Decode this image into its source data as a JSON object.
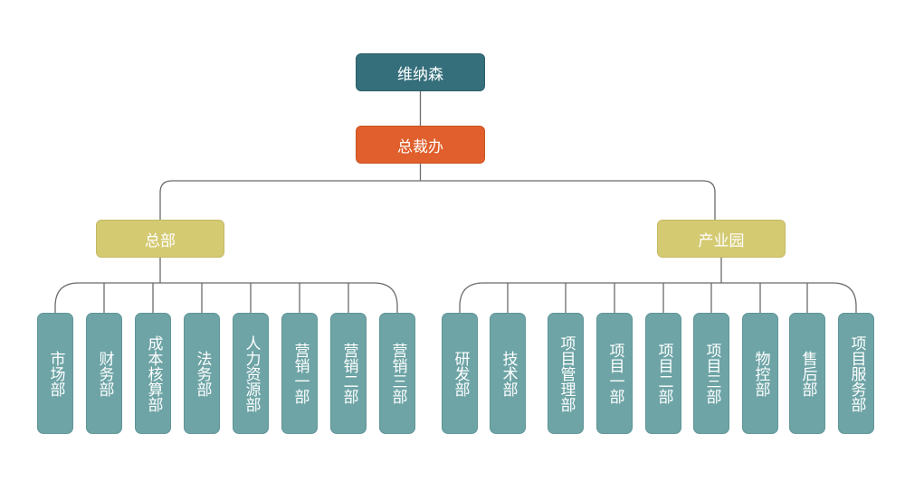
{
  "org": {
    "root": "维纳森",
    "office": "总裁办",
    "branches": [
      {
        "name": "总部",
        "departments": [
          "市场部",
          "财务部",
          "成本核算部",
          "法务部",
          "人力资源部",
          "营销一部",
          "营销二部",
          "营销三部"
        ]
      },
      {
        "name": "产业园",
        "departments": [
          "研发部",
          "技术部",
          "项目管理部",
          "项目一部",
          "项目二部",
          "项目三部",
          "物控部",
          "售后部",
          "项目服务部"
        ]
      }
    ]
  },
  "colors": {
    "root": "#356f7b",
    "office": "#e05f2c",
    "branch": "#d4ca72",
    "department": "#6ea4a6",
    "connector": "#6b6b6b"
  }
}
